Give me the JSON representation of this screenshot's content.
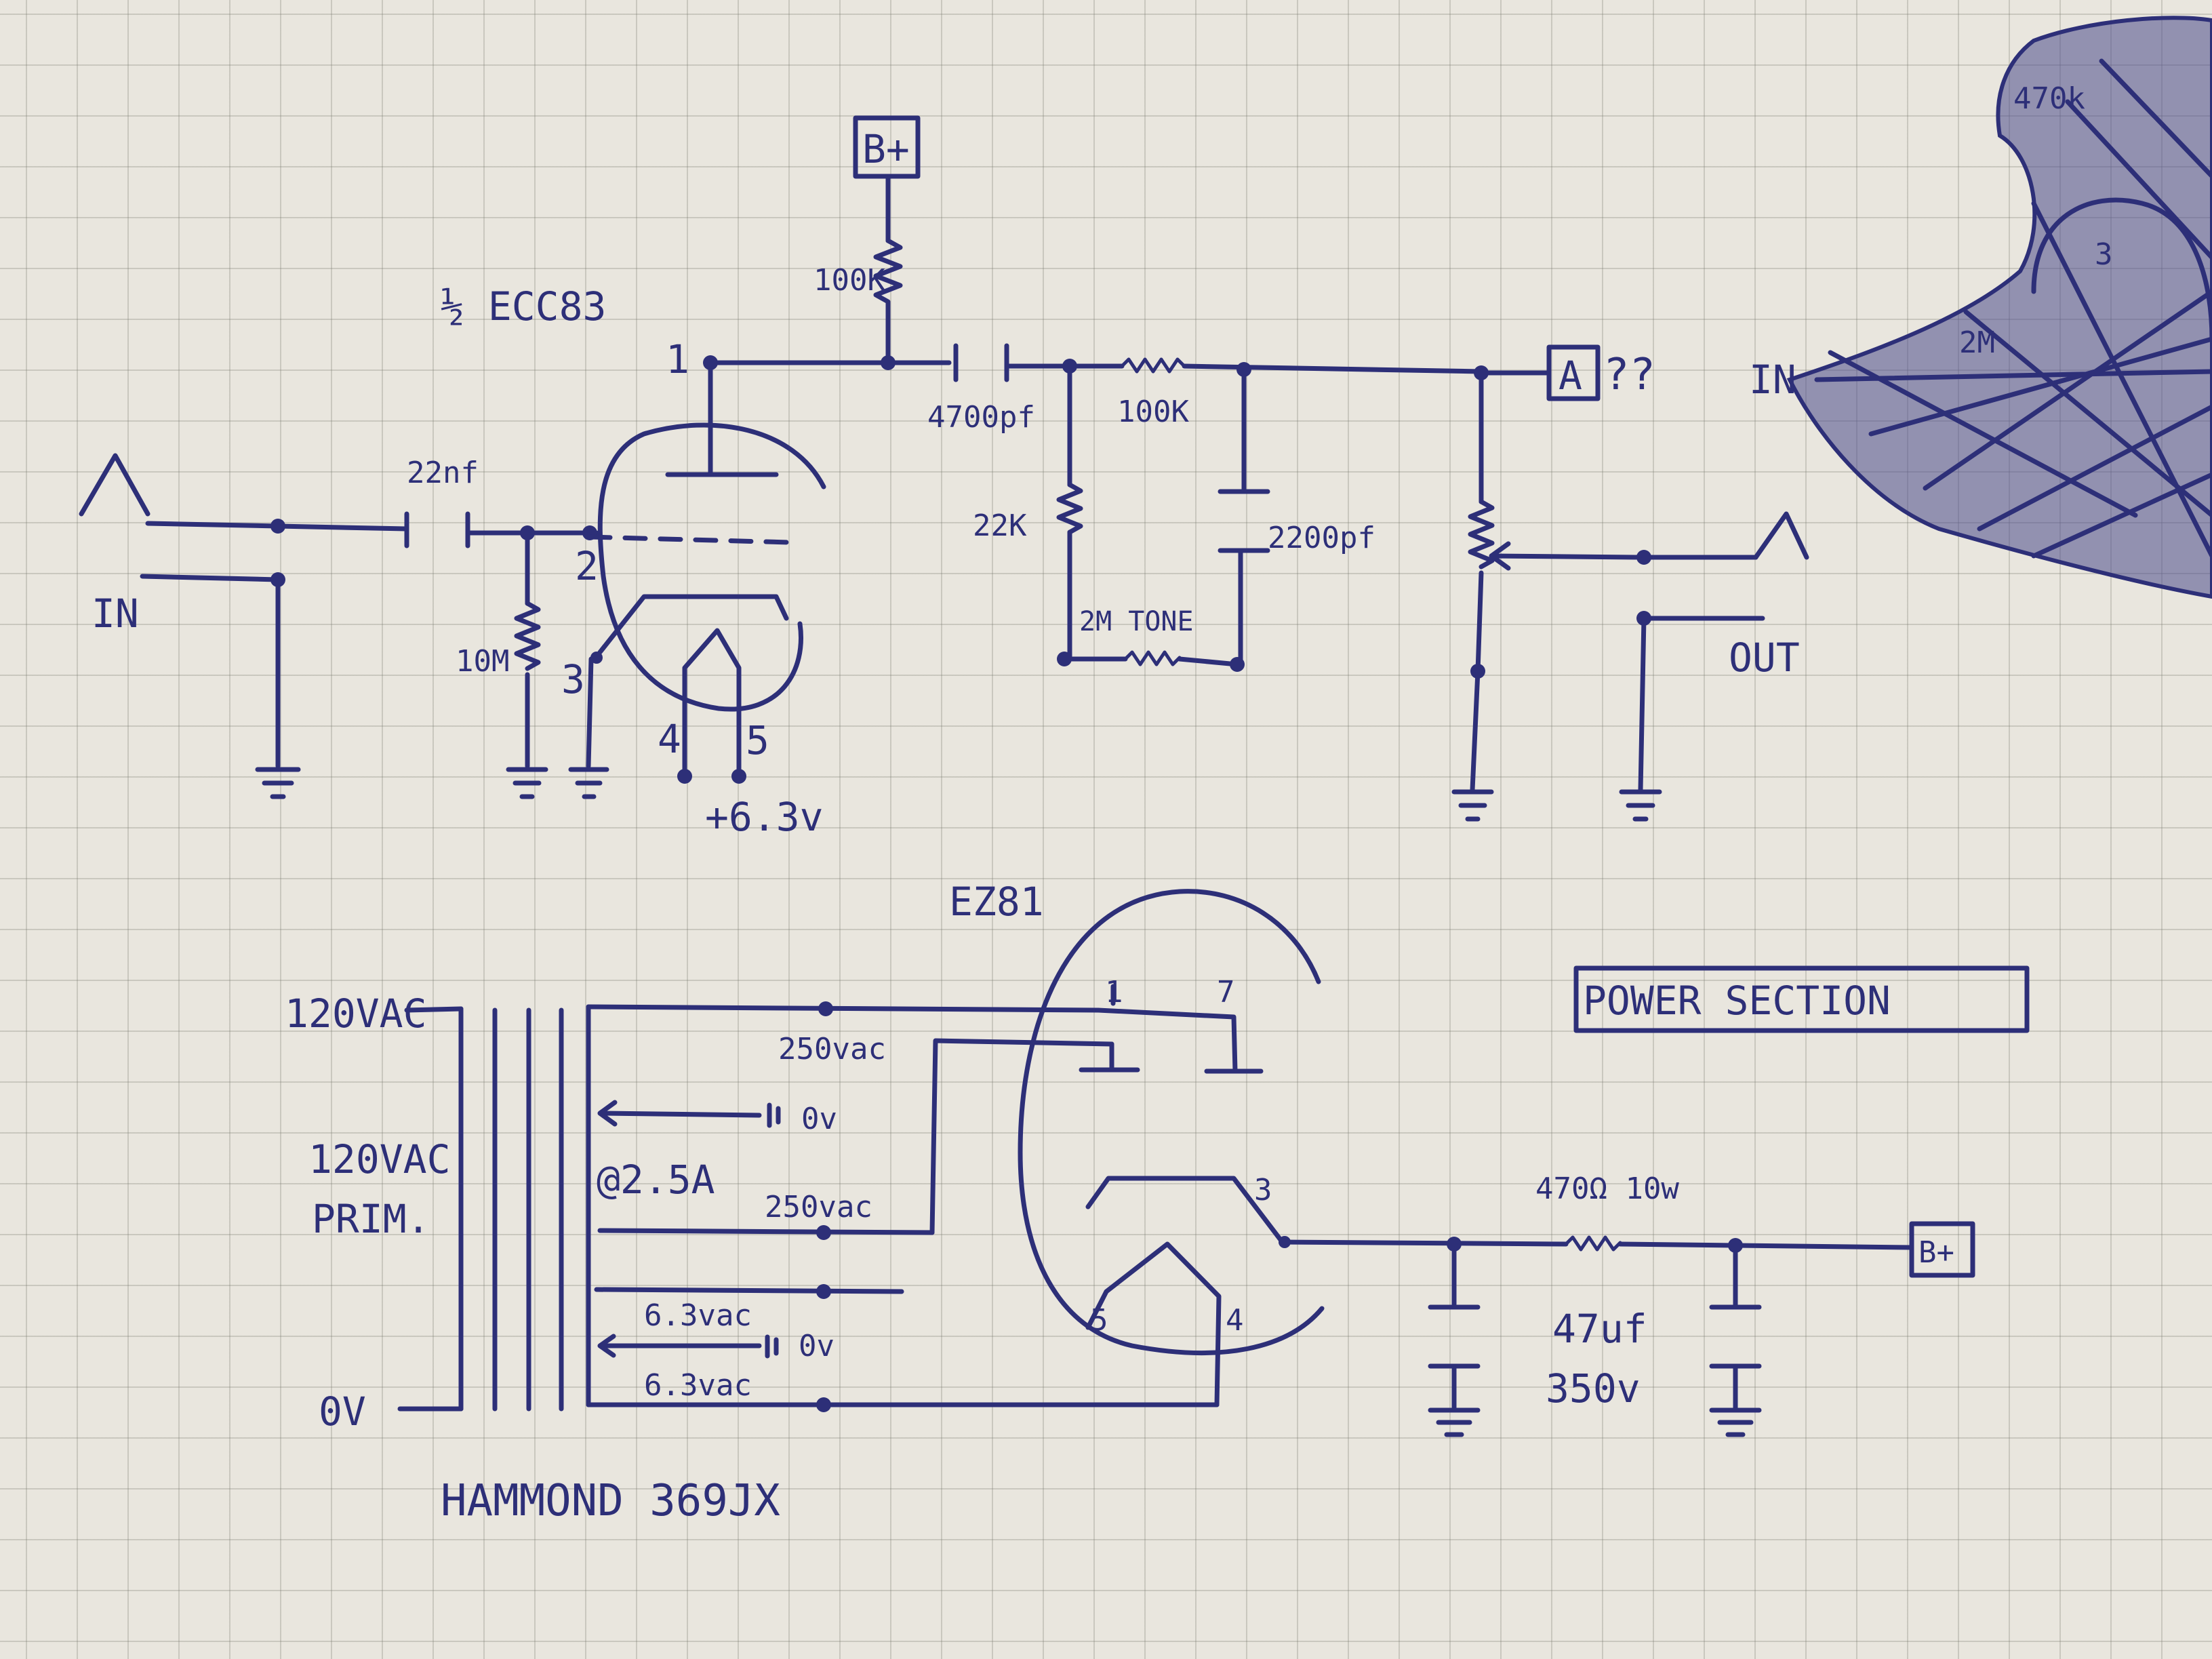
{
  "preamp": {
    "tube_label": "½ ECC83",
    "bplus": "B+",
    "plate_resistor": "100K",
    "input_cap": "22nf",
    "coupling_cap": "4700pf",
    "series_resistor": "100K",
    "shunt_resistor": "22K",
    "treble_cap": "2200pf",
    "tone_pot": "2M TONE",
    "grid_resistor": "10M",
    "heater": "+6.3v",
    "pin_1": "1",
    "pin_2": "2",
    "pin_3": "3",
    "pin_4": "4",
    "pin_5": "5",
    "in_label": "IN",
    "out_label": "OUT",
    "node_a": "A",
    "node_a_note": "??"
  },
  "power": {
    "section_title": "POWER SECTION",
    "rectifier": "EZ81",
    "pin_1": "1",
    "pin_7": "7",
    "pin_3": "3",
    "pin_4": "4",
    "pin_5": "5",
    "primary_top": "120VAC",
    "primary_label_1": "120VAC",
    "primary_label_2": "PRIM.",
    "primary_bottom": "0V",
    "sec_250_a": "250vac",
    "sec_250_b": "250vac",
    "ct_high": "0v",
    "current": "@2.5A",
    "sec_63_a": "6.3vac",
    "ct_low": "0v",
    "sec_63_b": "6.3vac",
    "dropping_resistor": "470Ω 10w",
    "filter_cap_value": "47uf",
    "filter_cap_voltage": "350v",
    "bplus": "B+",
    "transformer": "HAMMOND 369JX"
  },
  "sketch": {
    "corner_labels": [
      "470k",
      "3",
      "IN",
      "2M"
    ]
  }
}
